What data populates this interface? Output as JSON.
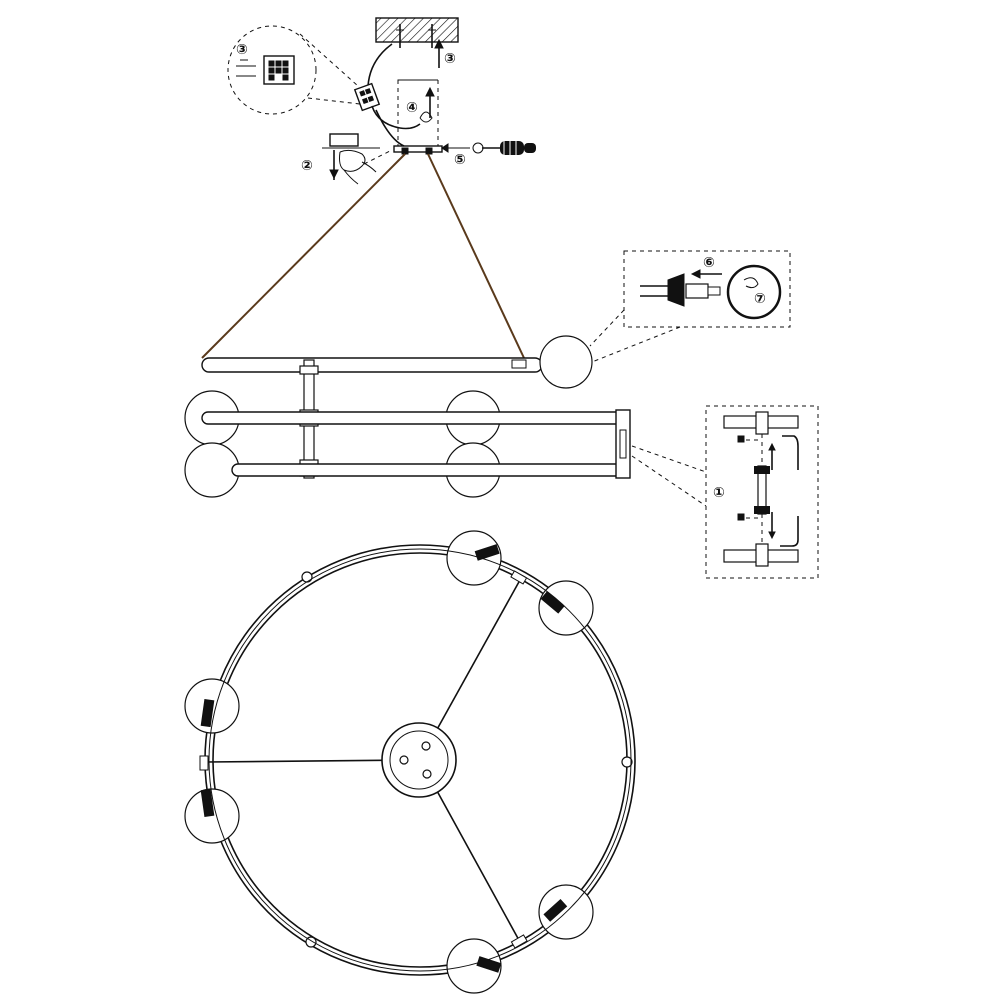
{
  "diagram": {
    "steps": [
      "①",
      "②",
      "③",
      "④",
      "⑤",
      "⑥",
      "⑦"
    ]
  }
}
